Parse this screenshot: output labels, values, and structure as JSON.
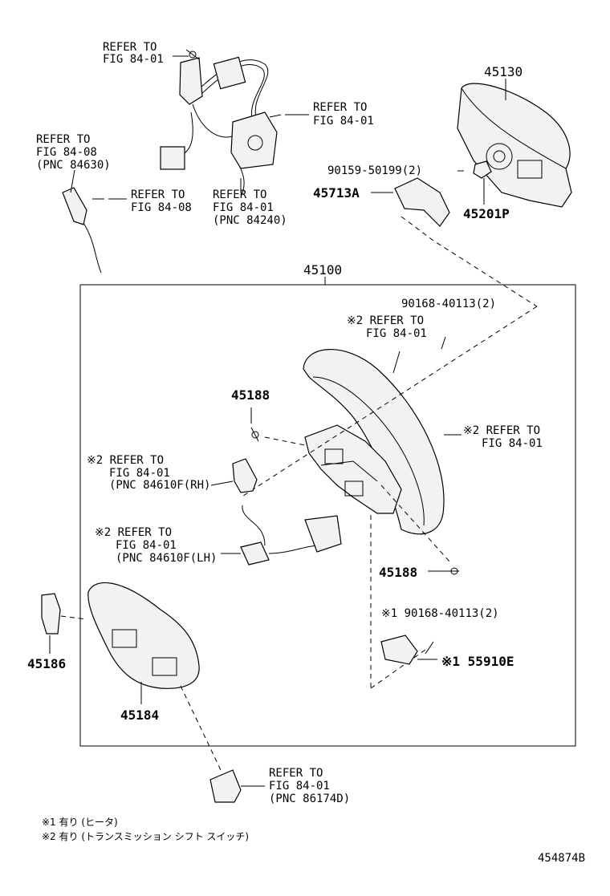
{
  "callouts": {
    "ref_top_1": [
      "REFER TO",
      "FIG 84-01"
    ],
    "ref_top_2": [
      "REFER TO",
      "FIG 84-01"
    ],
    "ref_8408_a": [
      "REFER TO",
      "FIG 84-08",
      "(PNC 84630)"
    ],
    "ref_8408_b": [
      "REFER TO",
      "FIG 84-08"
    ],
    "ref_84240": [
      "REFER TO",
      "FIG 84-01",
      "(PNC 84240)"
    ],
    "ref_mid_1": [
      "※2 REFER TO",
      "FIG 84-01"
    ],
    "ref_mid_2": [
      "※2 REFER TO",
      "FIG 84-01"
    ],
    "ref_rh": [
      "※2 REFER TO",
      "FIG 84-01",
      "(PNC 84610F(RH)"
    ],
    "ref_lh": [
      "※2 REFER TO",
      "FIG 84-01",
      "(PNC 84610F(LH)"
    ],
    "ref_bottom": [
      "REFER TO",
      "FIG 84-01",
      "(PNC 86174D)"
    ]
  },
  "parts": {
    "p45130": "45130",
    "p90159": "90159-50199(2)",
    "p45713A": "45713A",
    "p45201P": "45201P",
    "p45100": "45100",
    "p90168_top": "90168-40113(2)",
    "p45188_a": "45188",
    "p45188_b": "45188",
    "p90168_bottom": "※1 90168-40113(2)",
    "p55910E": "※1 55910E",
    "p45186": "45186",
    "p45184": "45184"
  },
  "footnotes": {
    "note1": "※1 有り (ヒータ)",
    "note2": "※2 有り (トランスミッション シフト スイッチ)"
  },
  "illustration_id": "454874B"
}
